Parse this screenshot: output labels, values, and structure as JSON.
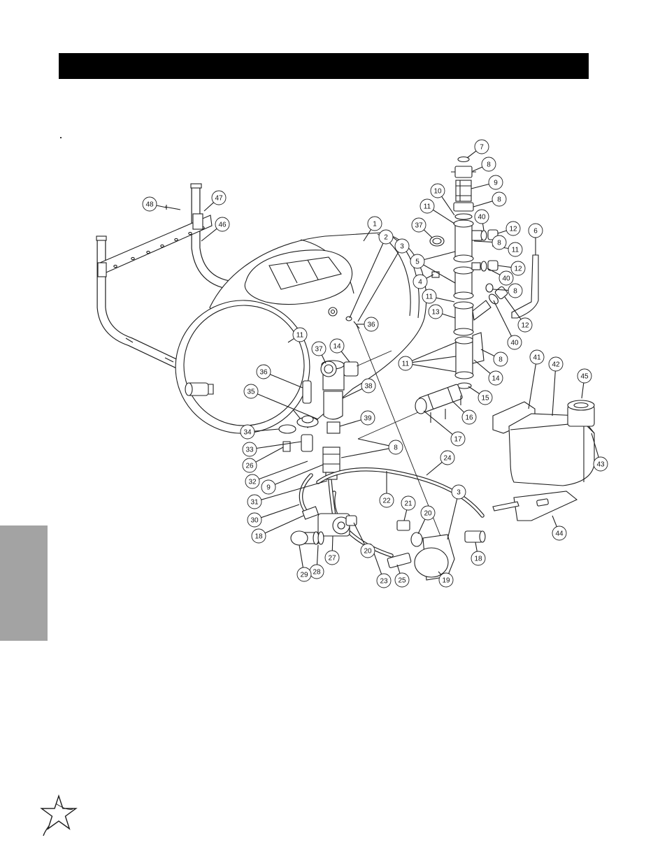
{
  "colors": {
    "header_bar": "#000000",
    "side_tab": "#a3a3a3",
    "line_art": "#1e1e1e",
    "page": "#ffffff"
  },
  "icons": {
    "logo": "star-logo-icon"
  },
  "diagram": {
    "callouts": [
      "7",
      "8",
      "9",
      "8",
      "10",
      "11",
      "40",
      "37",
      "12",
      "6",
      "8",
      "11",
      "5",
      "12",
      "4",
      "40",
      "8",
      "11",
      "13",
      "12",
      "40",
      "8",
      "11",
      "14",
      "15",
      "16",
      "17",
      "24",
      "1",
      "2",
      "3",
      "36",
      "48",
      "47",
      "46",
      "11",
      "37",
      "14",
      "36",
      "38",
      "35",
      "39",
      "34",
      "8",
      "33",
      "26",
      "32",
      "9",
      "31",
      "22",
      "21",
      "3",
      "30",
      "20",
      "18",
      "20",
      "27",
      "18",
      "28",
      "29",
      "23",
      "25",
      "19",
      "41",
      "42",
      "45",
      "43",
      "44"
    ]
  }
}
